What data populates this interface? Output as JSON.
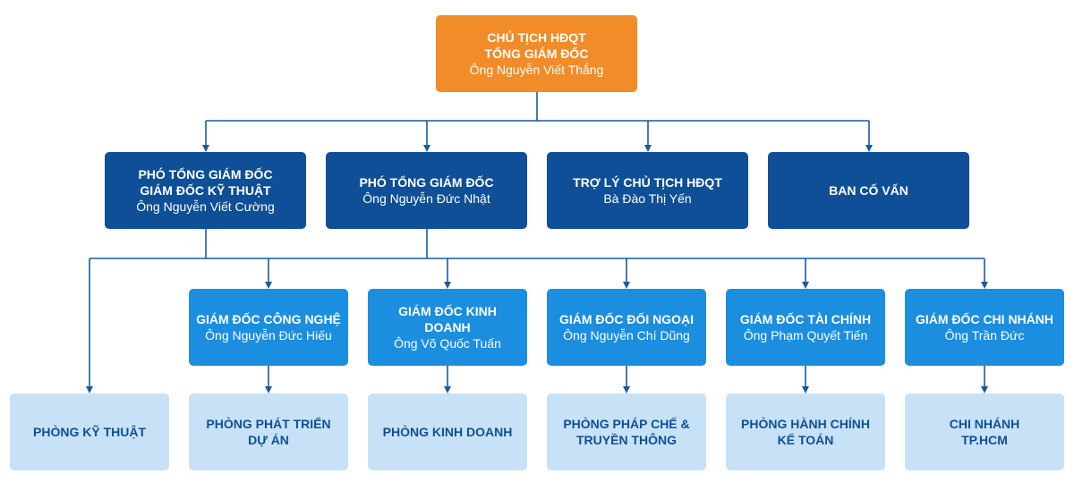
{
  "colors": {
    "top": "#f28c28",
    "level1": "#0f4f97",
    "level2": "#1c8ee0",
    "level3": "#c7e2f6",
    "connector": "#1a5a9e"
  },
  "chairman": {
    "title1": "CHỦ TỊCH HĐQT",
    "title2": "TỔNG GIÁM ĐỐC",
    "name": "Ông Nguyễn Viết Thắng"
  },
  "level1": [
    {
      "title1": "PHÓ TỔNG GIÁM ĐỐC",
      "title2": "GIÁM ĐỐC KỸ THUẬT",
      "name": "Ông Nguyễn Viết Cường"
    },
    {
      "title1": "PHÓ TỔNG GIÁM ĐỐC",
      "name": "Ông Nguyễn Đức Nhật"
    },
    {
      "title1": "TRỢ LÝ CHỦ TỊCH HĐQT",
      "name": "Bà Đào Thị Yến"
    },
    {
      "title1": "BAN CỐ VẤN"
    }
  ],
  "level2": [
    {
      "title1": "GIÁM ĐỐC CÔNG NGHỆ",
      "name": "Ông Nguyễn Đức Hiếu"
    },
    {
      "title1": "GIÁM ĐỐC KINH DOANH",
      "name": "Ông Võ Quốc Tuấn"
    },
    {
      "title1": "GIÁM ĐỐC ĐỐI NGOẠI",
      "name": "Ông Nguyễn Chí Dũng"
    },
    {
      "title1": "GIÁM ĐỐC TÀI CHÍNH",
      "name": "Ông Phạm Quyết Tiến"
    },
    {
      "title1": "GIÁM ĐỐC CHI NHÁNH",
      "name": "Ông Trần Đức"
    }
  ],
  "level3": [
    {
      "title1": "PHÒNG KỸ THUẬT"
    },
    {
      "title1": "PHÒNG PHÁT TRIỂN",
      "title2": "DỰ ÁN"
    },
    {
      "title1": "PHÒNG KINH DOANH"
    },
    {
      "title1": "PHÒNG PHÁP CHẾ &",
      "title2": "TRUYỀN THÔNG"
    },
    {
      "title1": "PHÒNG HÀNH CHÍNH",
      "title2": "KẾ TOÁN"
    },
    {
      "title1": "CHI NHÁNH",
      "title2": "TP.HCM"
    }
  ]
}
